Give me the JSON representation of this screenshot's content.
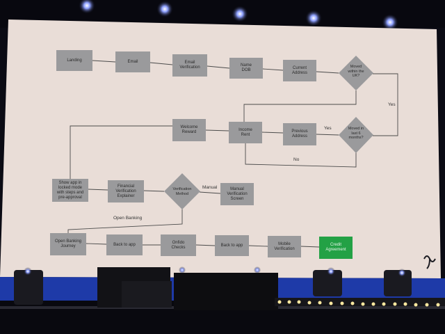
{
  "nodes": {
    "landing": "Landing",
    "email": "Email",
    "email_verification": "Email\nVerification",
    "name_dob": "Name\nDOB",
    "current_address": "Current\nAddress",
    "moved_uk": "Moved\nwithin the\nUK?",
    "welcome_reward": "Welcome\nReward",
    "income_rent": "Income\nRent",
    "previous_address": "Previous\nAddress",
    "moved_6m": "Moved in\nlast 6\nmonths?",
    "show_app": "Show app in\nlocked mode\nwith steps and\npre-approval",
    "financial_verification": "Financial\nVerification\nExplainer",
    "verification_method": "Verification\nMethod",
    "manual_screen": "Manual\nVerification\nScreen",
    "open_banking_journey": "Open Banking\nJourney",
    "back_to_app_1": "Back to app",
    "onfido_checks": "Onfido\nChecks",
    "back_to_app_2": "Back to app",
    "mobile_verification": "Mobile\nVerification",
    "credit_agreement": "Credit\nAgreement"
  },
  "edge_labels": {
    "yes_1": "Yes",
    "yes_2": "Yes",
    "no": "No",
    "manual": "Manual",
    "open_banking": "Open Banking"
  },
  "colors": {
    "screen": "#e9ddd7",
    "box": "#9a9a9c",
    "green": "#23a145",
    "stage_blue": "#1e3aa8",
    "spotlight": "#3b4bff"
  }
}
